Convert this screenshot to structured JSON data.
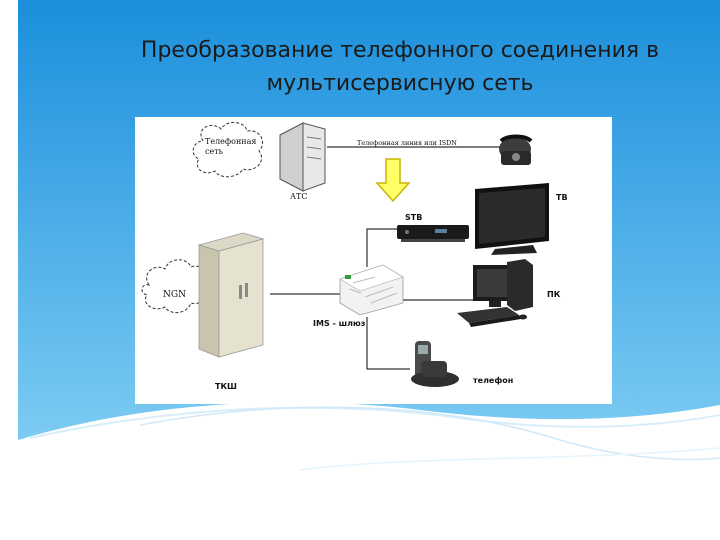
{
  "slide": {
    "title_line1": "Преобразование телефонного соединения в",
    "title_line2": "мультисервисную сеть"
  },
  "diagram": {
    "phone_network_cloud": "Телефонная сеть",
    "pbx_label": "АТС",
    "isdn_line_label": "Телефонная линия или ISDN",
    "ngn_cloud": "NGN",
    "stb_label": "STB",
    "tv_label": "ТВ",
    "pc_label": "ПК",
    "ims_gateway_label": "IMS - шлюз",
    "phone_label": "телефон",
    "cabinet_label": "ТКШ"
  },
  "colors": {
    "sky_top": "#1b8fdc",
    "sky_bottom": "#74c7f2",
    "arrow_fill": "#ffff66",
    "arrow_stroke": "#c9b400"
  }
}
